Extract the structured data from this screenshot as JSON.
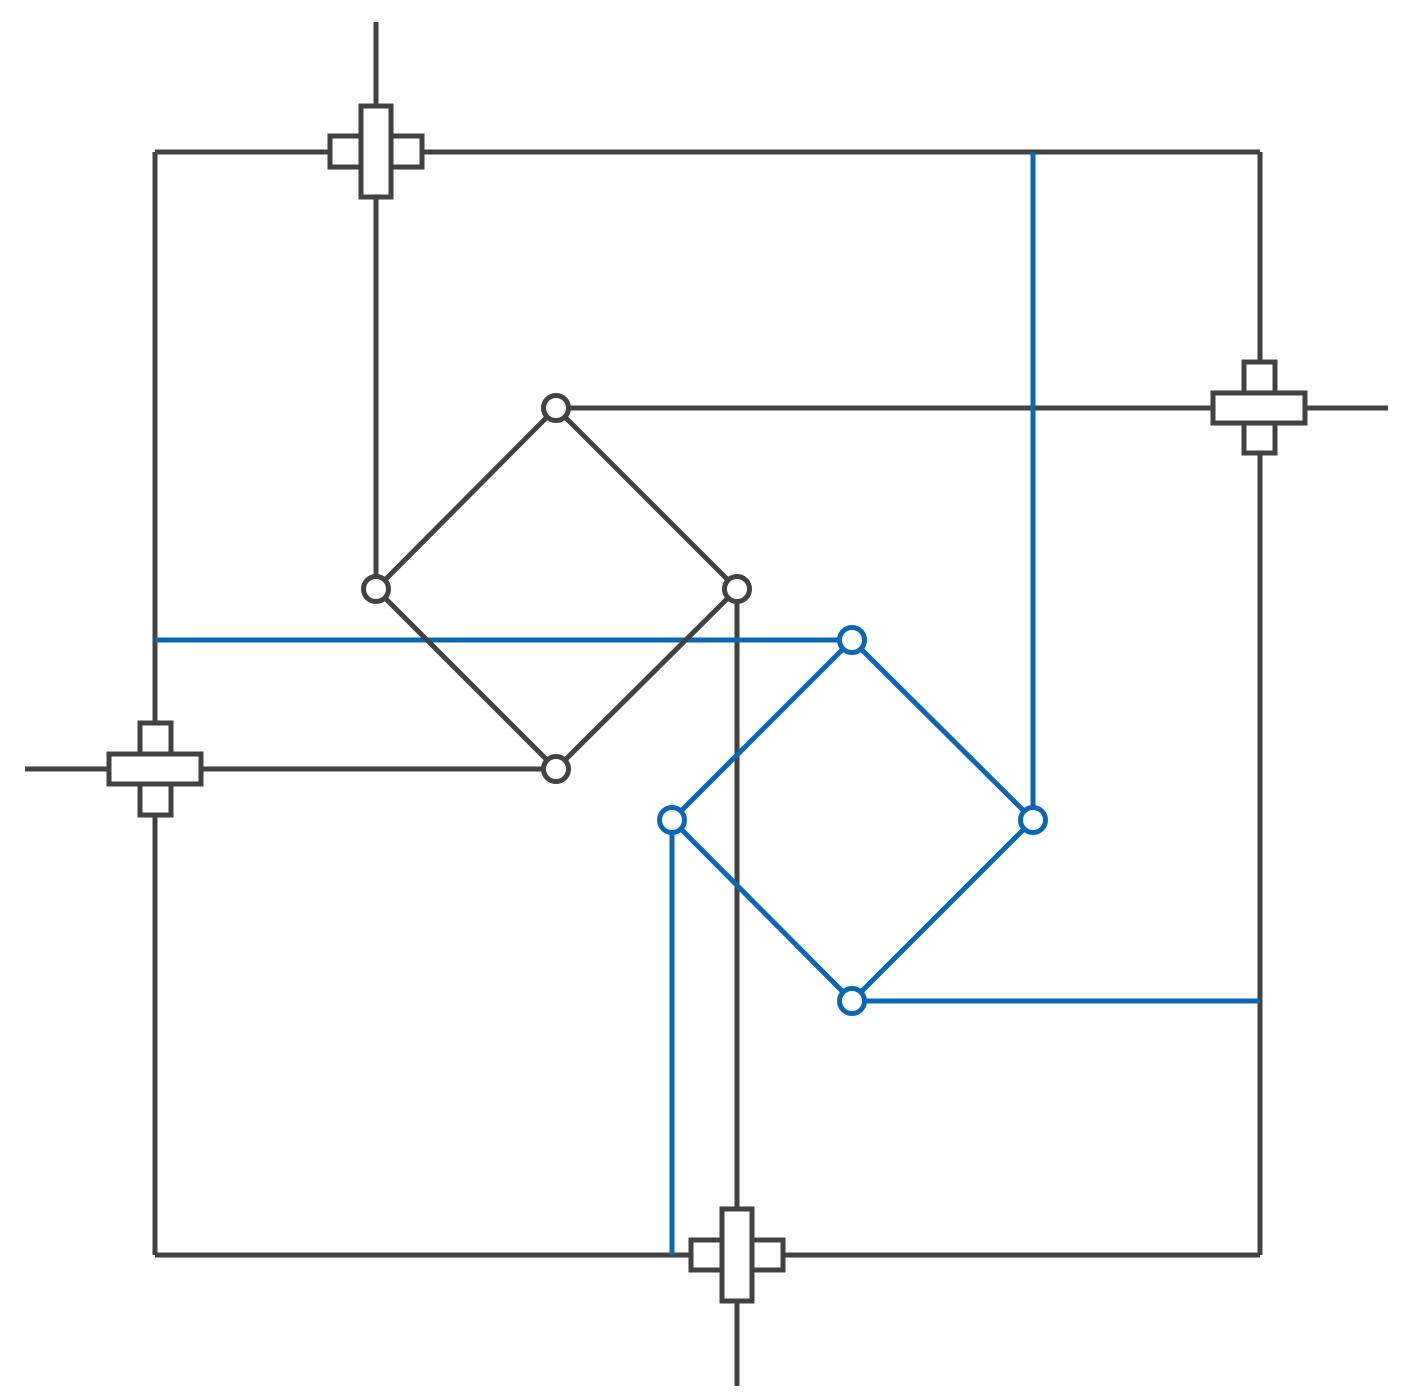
{
  "colors": {
    "background": "#ffffff",
    "primary_circuit": "#424242",
    "secondary_circuit": "#0a67b3"
  },
  "components": {
    "connector_count": 4,
    "primary_node_count": 4,
    "secondary_node_count": 4
  }
}
